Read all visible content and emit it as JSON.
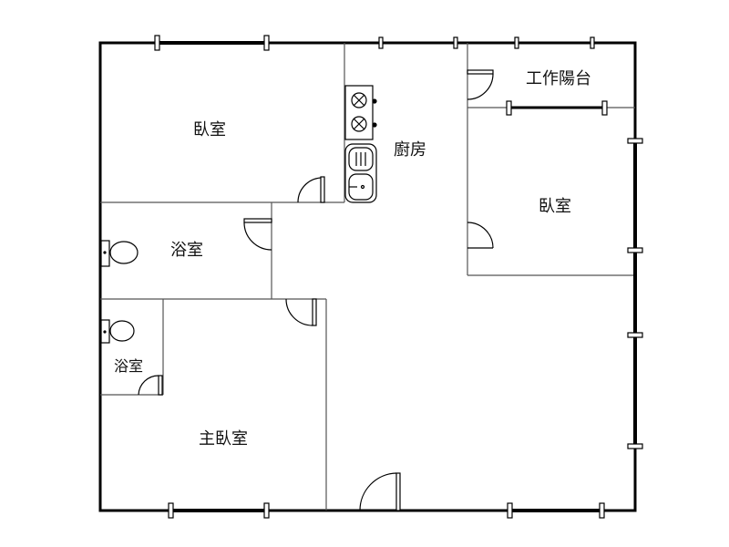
{
  "rooms": {
    "bedroom_1": "臥室",
    "kitchen": "廚房",
    "utility_balcony": "工作陽台",
    "bedroom_2": "臥室",
    "bathroom_1": "浴室",
    "bathroom_2": "浴室",
    "master_bedroom": "主臥室"
  }
}
